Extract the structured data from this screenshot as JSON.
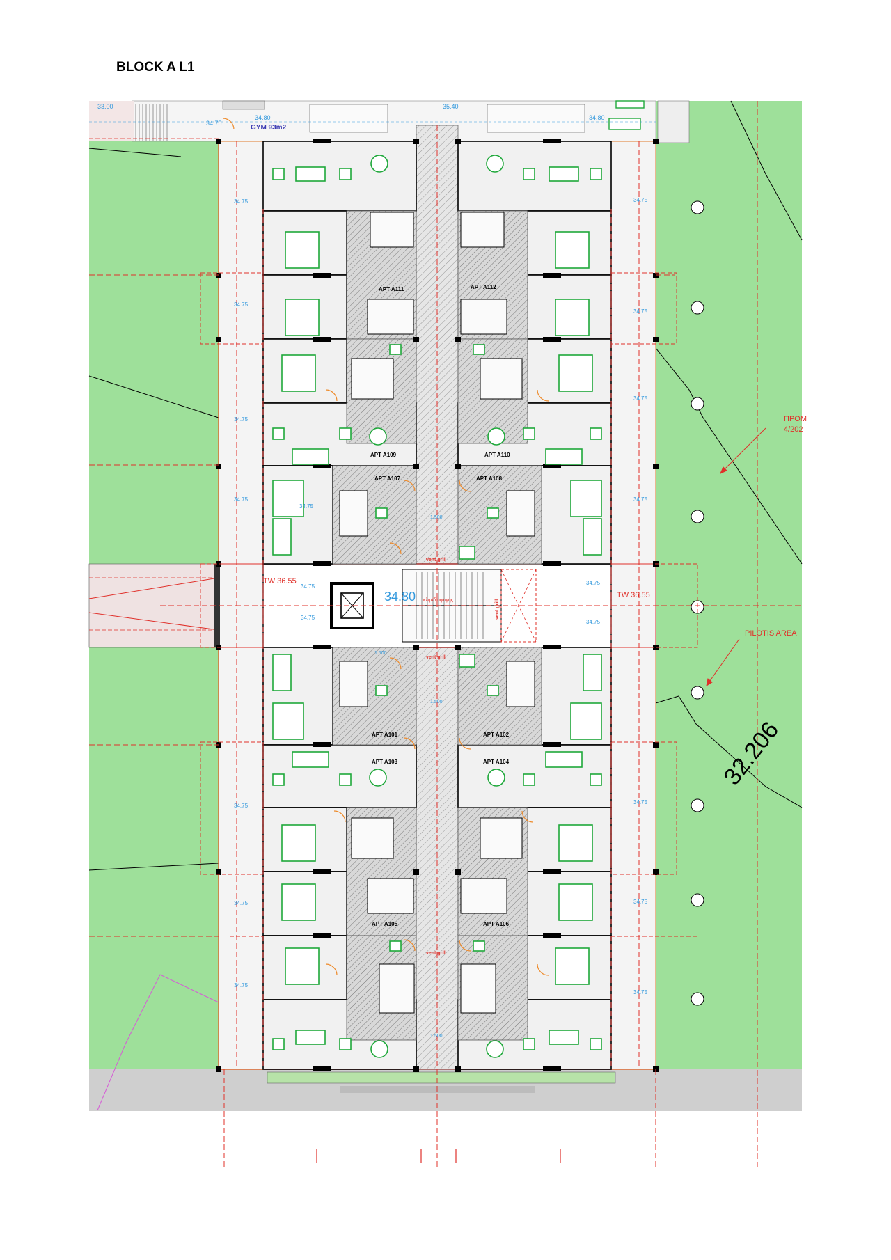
{
  "page": {
    "title": "BLOCK A L1"
  },
  "colors": {
    "lawn": "#9ee09a",
    "lawn_edge": "#66b566",
    "wall": "#000000",
    "hatch": "#9a9a9a",
    "grid_line": "#e0302a",
    "level_mark": "#3399dd",
    "furniture": "#1ea83a",
    "door": "#ee8a2a",
    "paving": "#cfcfcf",
    "room_floor": "#f1f1f1"
  },
  "apartments": {
    "a111": "APT A111",
    "a112": "APT A112",
    "a109": "APT A109",
    "a110": "APT A110",
    "a107": "APT A107",
    "a108": "APT A108",
    "a101": "APT A101",
    "a102": "APT A102",
    "a103": "APT A103",
    "a104": "APT A104",
    "a105": "APT A105",
    "a106": "APT A106"
  },
  "labels": {
    "gym": "GYM 93m2",
    "tw_left": "TW 36.55",
    "tw_right": "TW 36.55",
    "core_level": "34.80",
    "pilotis": "PILOTIS AREA",
    "plot_area": "32.206",
    "prom_line1": "ΠΡΟΜ",
    "prom_line2": "4/202",
    "vent_top": "vent grill",
    "vent_mid": "vent grill",
    "vent_bottom": "vent grill",
    "stair_text": "κλιμ/διαφυγής",
    "stair_vent": "vent grill"
  },
  "levels": {
    "top_left_1": "33.00",
    "top_left_2": "34.75",
    "top_left_3": "34.80",
    "top_mid": "35.40",
    "top_right": "34.80",
    "l1": "34.75",
    "l2": "34.75",
    "l3": "34.75",
    "l4": "34.75",
    "l5": "34.75",
    "l6": "34.75",
    "l7": "34.75",
    "l8": "34.75",
    "r1": "34.75",
    "r2": "34.75",
    "r3": "34.75",
    "r4": "34.75",
    "r5": "34.75",
    "r6": "34.75",
    "r7": "34.75",
    "core_left_1": "34.75",
    "core_left_2": "34.75",
    "core_right_1": "34.75",
    "core_right_2": "34.75",
    "corr_1": "1.500",
    "corr_2": "1.500",
    "corr_3": "1.500",
    "corr_4": "1.500"
  }
}
